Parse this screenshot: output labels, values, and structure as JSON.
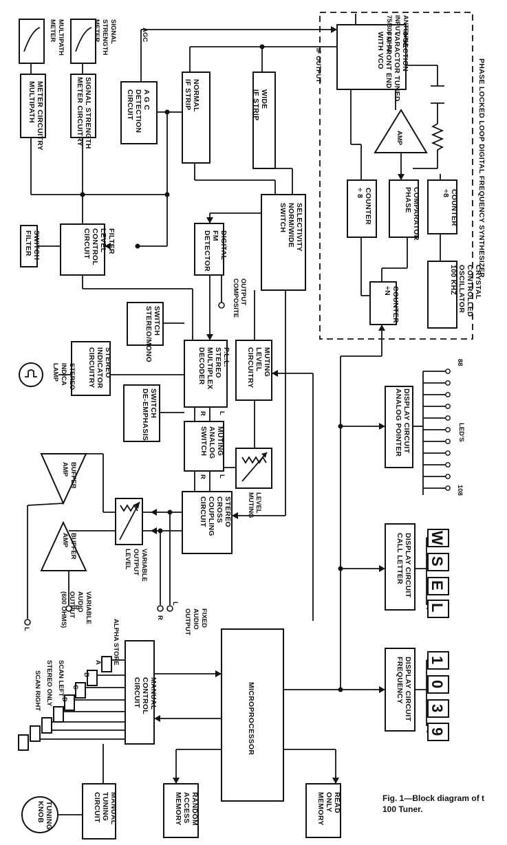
{
  "title": "PHASE LOCKED LOOP DIGITAL FREQUENCY SYNTHESIZER",
  "caption": [
    "Fig. 1—Block diagram of t",
    "100 Tuner."
  ],
  "blocks": {
    "multipath_meter_circ": [
      "MULTIPATH",
      "METER CIRCUITRY"
    ],
    "signal_meter_circ": [
      "SIGNAL STRENGTH",
      "METER CIRCUITRY"
    ],
    "agc_detection": [
      "A G C",
      "DETECTION",
      "CIRCUIT"
    ],
    "normal_if": [
      "NORMAL",
      "IF STRIP"
    ],
    "wide_if": [
      "WIDE",
      "IF STRIP"
    ],
    "front_end": [
      "6 SECTION",
      "VARACTOR TUNED",
      "FM FRONT END",
      "WITH VCO"
    ],
    "filter_switch": [
      "FILTER",
      "SWITCH"
    ],
    "filter_level": [
      "FILTER",
      "LEVEL",
      "CONTROL",
      "CIRCUIT"
    ],
    "digital_fm": [
      "DIGITAL",
      "FM",
      "DETECTOR"
    ],
    "selectivity": [
      "SELECTIVITY",
      "NORM/WIDE",
      "SWITCH"
    ],
    "div8_a": [
      "÷ 8",
      "COUNTER"
    ],
    "phase_comp": [
      "PHASE",
      "COMPARATOR"
    ],
    "div8_b": [
      "÷8",
      "COUNTER"
    ],
    "divn": [
      "÷N",
      "COUNTER"
    ],
    "crystal": [
      "CRYSTAL",
      "CONTROLLED",
      "OSCILLATOR",
      "100 KHZ"
    ],
    "stereo_mono": [
      "STEREO/MONO",
      "SWITCH"
    ],
    "stereo_indicator": [
      "STEREO",
      "INDICATOR",
      "CIRCUITRY"
    ],
    "pll_decoder": [
      "P.L.L.",
      "STEREO",
      "MULTIPLEX",
      "DECODER"
    ],
    "muting_level_circ": [
      "MUTING",
      "LEVEL",
      "CIRCUITRY"
    ],
    "deemphasis": [
      "DE-EMPHASIS",
      "SWITCH"
    ],
    "muting_analog": [
      "MUTING",
      "ANALOG",
      "SWITCH"
    ],
    "cross_coupling": [
      "STEREO",
      "CROSS",
      "COUPLING",
      "CIRCUIT"
    ],
    "analog_pointer": [
      "ANALOG POINTER",
      "DISPLAY CIRCUIT"
    ],
    "call_letter": [
      "CALL LETTER",
      "DISPLAY CIRCUIT"
    ],
    "microprocessor": [
      "MICROPROCESSOR"
    ],
    "manual_control": [
      "MANUAL",
      "CONTROL",
      "CIRCUIT"
    ],
    "frequency_display": [
      "FREQUENCY",
      "DISPLAY CIRCUIT"
    ],
    "ram": [
      "RANDOM",
      "ACCESS",
      "MEMORY"
    ],
    "rom": [
      "READ",
      "ONLY",
      "MEMORY"
    ],
    "manual_tuning": [
      "MANUAL",
      "TUNING",
      "CIRCUIT"
    ]
  },
  "labels": {
    "multipath_meter": [
      "MULTIPATH",
      "METER"
    ],
    "signal_meter": [
      "SIGNAL",
      "STRENGTH",
      "METER"
    ],
    "agc": "AGC",
    "antenna": [
      "ANTENNA",
      "INPUT",
      "75/300 OHM"
    ],
    "if_output": "IF OUTPUT",
    "amp": "AMP",
    "composite_output": [
      "COMPOSITE",
      "OUTPUT"
    ],
    "stereo_lamp": [
      "STEREO",
      "INDICA",
      "LAMP"
    ],
    "muting_level": [
      "MUTING",
      "LEVEL"
    ],
    "variable_output_level": [
      "VARIABLE",
      "OUTPUT",
      "LEVEL"
    ],
    "buffer_amp": [
      "BUFFER",
      "AMP"
    ],
    "fixed_audio": [
      "FIXED",
      "AUDIO",
      "OUTPUT"
    ],
    "variable_audio": [
      "VARIABLE",
      "AUDIO",
      "OUTPUT",
      "(600 OHMS)"
    ],
    "tuning_knob": [
      "TUNING",
      "KNOB"
    ],
    "leds": "LED'S",
    "led_start": "88",
    "led_end": "108",
    "ch_r": "R",
    "ch_l": "L",
    "buttons": [
      "ALPHA STORE",
      "A",
      "B",
      "C",
      "D",
      "SCAN LEFT",
      "STEREO ONLY",
      "SCAN RIGHT"
    ],
    "call_letters": [
      "W",
      "S",
      "E",
      "L"
    ],
    "frequency_digits": [
      "1",
      "0",
      "3",
      "9"
    ]
  }
}
